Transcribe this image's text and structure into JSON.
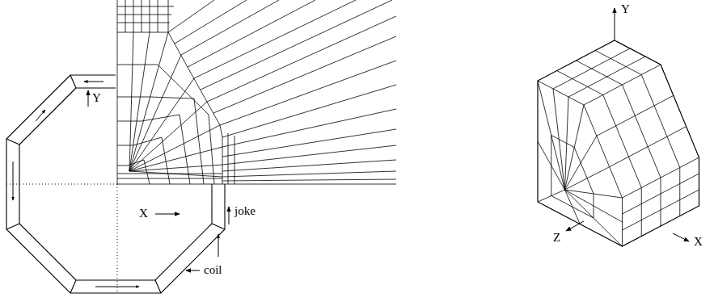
{
  "diagram": {
    "labels": [
      "Y",
      "X",
      "joke",
      "coil",
      "Y",
      "Z",
      "X"
    ]
  }
}
